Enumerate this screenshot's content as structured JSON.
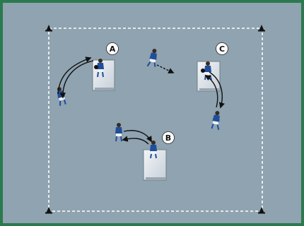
{
  "colors": {
    "pitch": "#8fa3b0",
    "border": "#2a7a4e",
    "boundary": "#ffffff",
    "cone": "#111111",
    "kit_shirt": "#1f4e9a",
    "kit_shorts": "#f2f2f2",
    "box_fill": "#dde3ea",
    "box_edge": "#7c8a96",
    "arrow": "#111111",
    "label_fill": "#ffffff"
  },
  "icons": {
    "cone": "cone-icon",
    "player": "player-icon",
    "ball": "ball-icon",
    "box": "box-icon"
  },
  "stations": [
    {
      "id": "a",
      "label": "A"
    },
    {
      "id": "b",
      "label": "B"
    },
    {
      "id": "c",
      "label": "C"
    }
  ]
}
